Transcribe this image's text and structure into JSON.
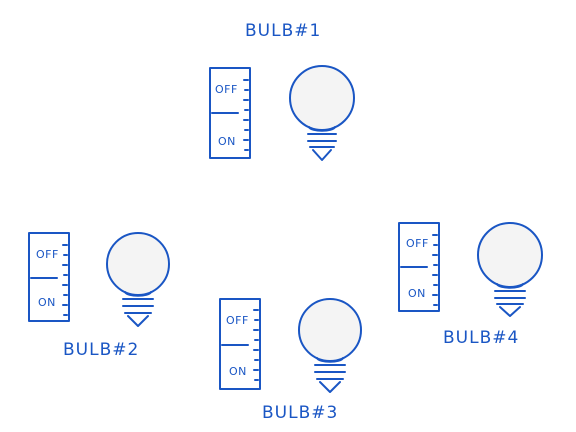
{
  "colors": {
    "ink": "#1a56c4",
    "bulb_fill": "#f4f4f4",
    "background": "#ffffff"
  },
  "bulbs": [
    {
      "label": "BULB#1",
      "switch_off": "OFF",
      "switch_on": "ON"
    },
    {
      "label": "BULB#2",
      "switch_off": "OFF",
      "switch_on": "ON"
    },
    {
      "label": "BULB#3",
      "switch_off": "OFF",
      "switch_on": "ON"
    },
    {
      "label": "BULB#4",
      "switch_off": "OFF",
      "switch_on": "ON"
    }
  ]
}
